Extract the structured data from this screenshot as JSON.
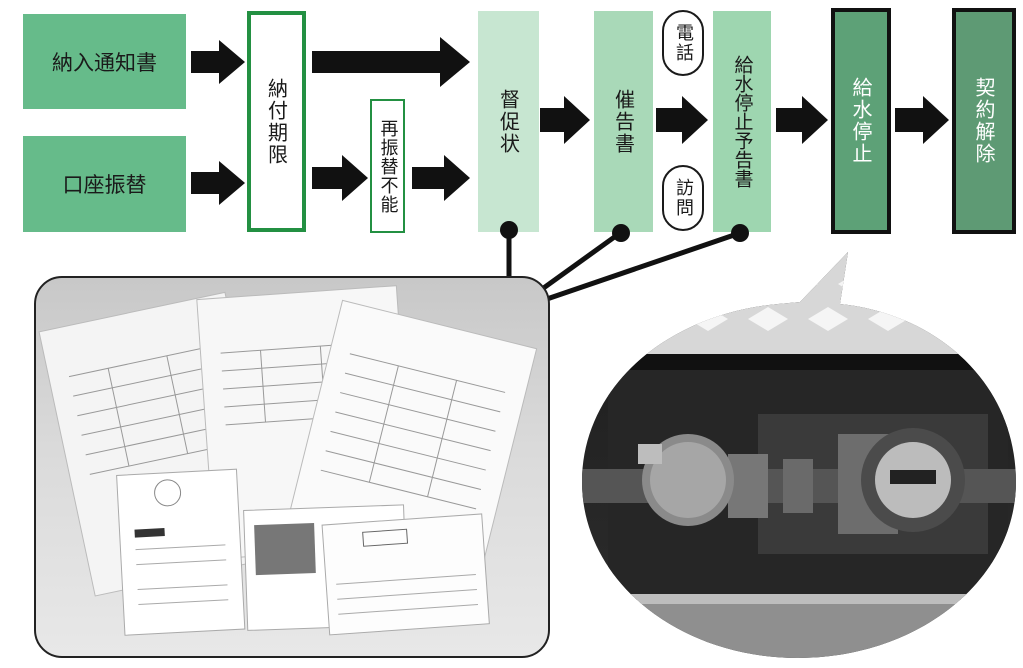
{
  "flow": {
    "nounyuu_tsuuchisho": "納入通知書",
    "kouza_furikae": "口座振替",
    "nouki_kigen": "納付期限",
    "sai_furikae_funou": "再振替不能",
    "tokusokujou": "督促状",
    "saikokusho": "催告書",
    "denwa": "電話",
    "houmon": "訪問",
    "kyuusui_teishi_yokokusho": "給水停止予告書",
    "kyuusui_teishi": "給水停止",
    "keiyaku_kaijo": "契約解除"
  },
  "colors": {
    "green_main": "#66bb8a",
    "green_light": "#c7e6d1",
    "green_mid": "#a9d9b8",
    "green_pale": "#9ed6b0",
    "green_dark": "#5da177",
    "green_darker": "#5e9a74",
    "border_green": "#239042",
    "arrow": "#111111"
  }
}
